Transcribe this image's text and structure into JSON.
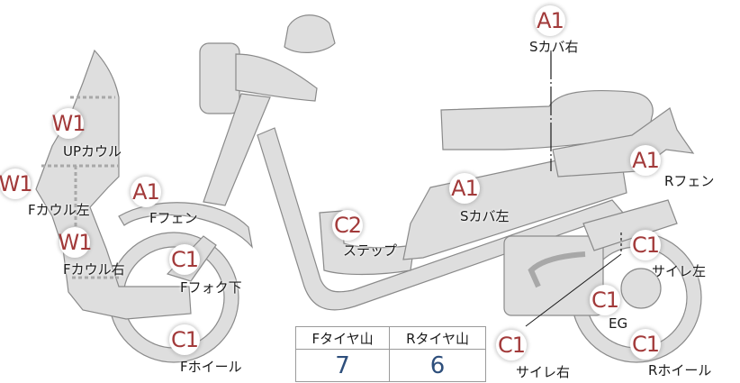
{
  "parts": [
    {
      "id": "s-cover-right",
      "grade": "A1",
      "label": "Sカバ右"
    },
    {
      "id": "up-cowl",
      "grade": "W1",
      "label": "UPカウル"
    },
    {
      "id": "f-cowl-left",
      "grade": "W1",
      "label": "Fカウル左"
    },
    {
      "id": "f-fender",
      "grade": "A1",
      "label": "Fフェン"
    },
    {
      "id": "s-cover-left",
      "grade": "A1",
      "label": "Sカバ左"
    },
    {
      "id": "r-fender",
      "grade": "A1",
      "label": "Rフェン"
    },
    {
      "id": "step",
      "grade": "C2",
      "label": "ステップ"
    },
    {
      "id": "f-cowl-right",
      "grade": "W1",
      "label": "Fカウル右"
    },
    {
      "id": "f-fork-lower",
      "grade": "C1",
      "label": "Fフォク下"
    },
    {
      "id": "muffler-left",
      "grade": "C1",
      "label": "サイレ左"
    },
    {
      "id": "engine",
      "grade": "C1",
      "label": "EG"
    },
    {
      "id": "f-wheel",
      "grade": "C1",
      "label": "Fホイール"
    },
    {
      "id": "muffler-right",
      "grade": "C1",
      "label": "サイレ右"
    },
    {
      "id": "r-wheel",
      "grade": "C1",
      "label": "Rホイール"
    }
  ],
  "tread": {
    "front_header": "Fタイヤ山",
    "rear_header": "Rタイヤ山",
    "front_value": "7",
    "rear_value": "6"
  }
}
